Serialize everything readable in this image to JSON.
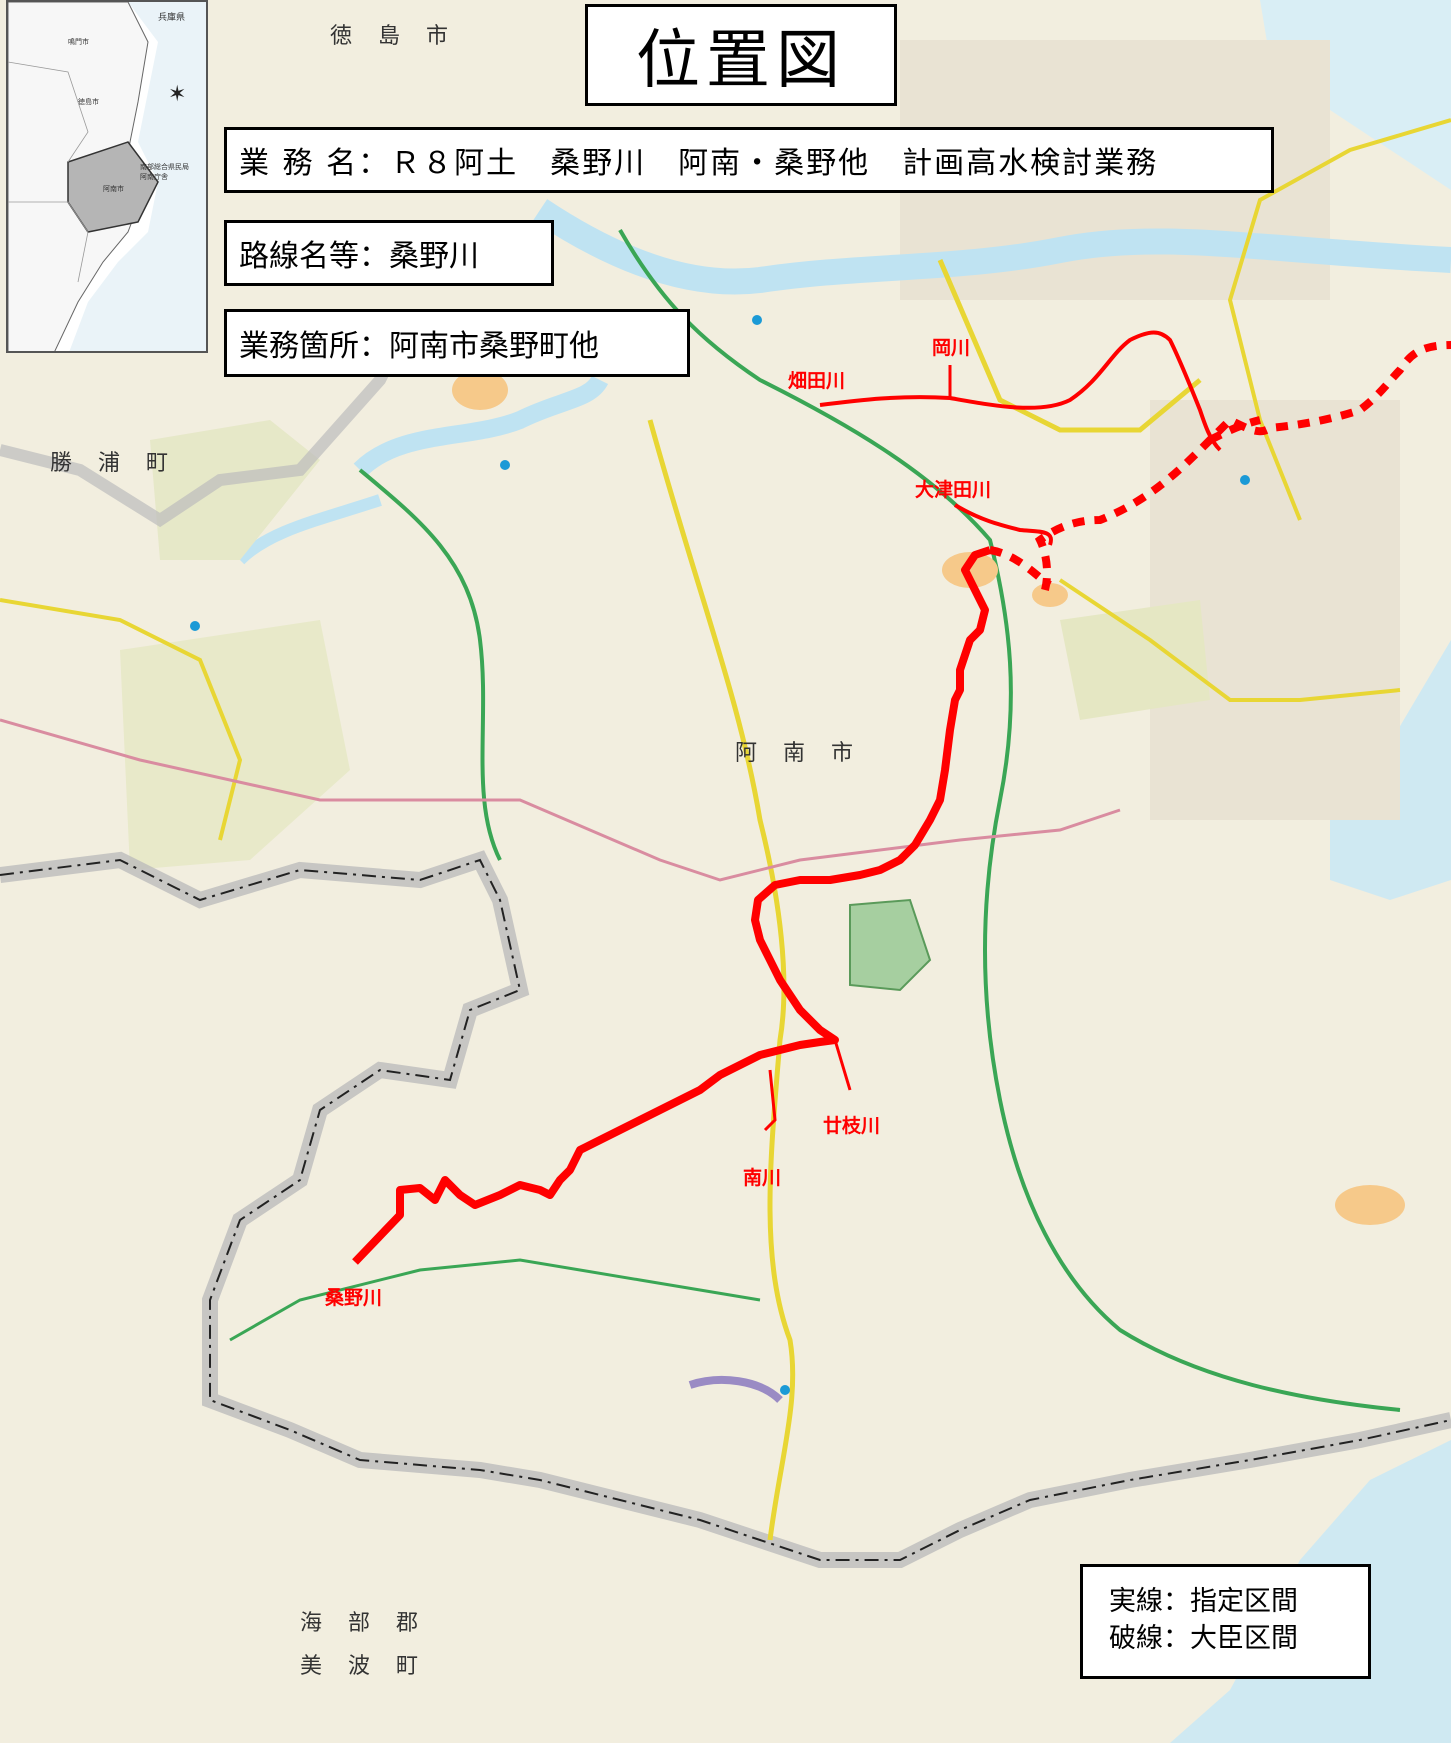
{
  "map": {
    "title": "位置図",
    "task_name": "業 務 名：Ｒ８阿土　桑野川　阿南・桑野他　計画高水検討業務",
    "route_name": "路線名等：桑野川",
    "location": "業務箇所：阿南市桑野町他",
    "legend": {
      "solid": "実線：指定区間",
      "dashed": "破線：大臣区間"
    },
    "rivers": {
      "main": "桑野川",
      "hatakeda": "畑田川",
      "oka": "岡川",
      "otsuda": "大津田川",
      "tsuzura": "廿枝川",
      "minami": "南川"
    },
    "places": {
      "tokushima": "徳島市",
      "anan": "阿南市",
      "katsuura": "勝浦町",
      "kaifu": "海部郡",
      "minami_town": "美波町"
    },
    "inset": {
      "prefecture": "兵庫県",
      "naruto": "鳴門市",
      "tokushima": "徳島市",
      "anan": "阿南市",
      "office": "南部総合県民局\n阿南庁舎"
    },
    "colors": {
      "designated": "#ff0000",
      "background": "#f2eedf",
      "road_yellow": "#e8d634",
      "road_green": "#3aa655",
      "water": "#bfe3f2"
    }
  }
}
